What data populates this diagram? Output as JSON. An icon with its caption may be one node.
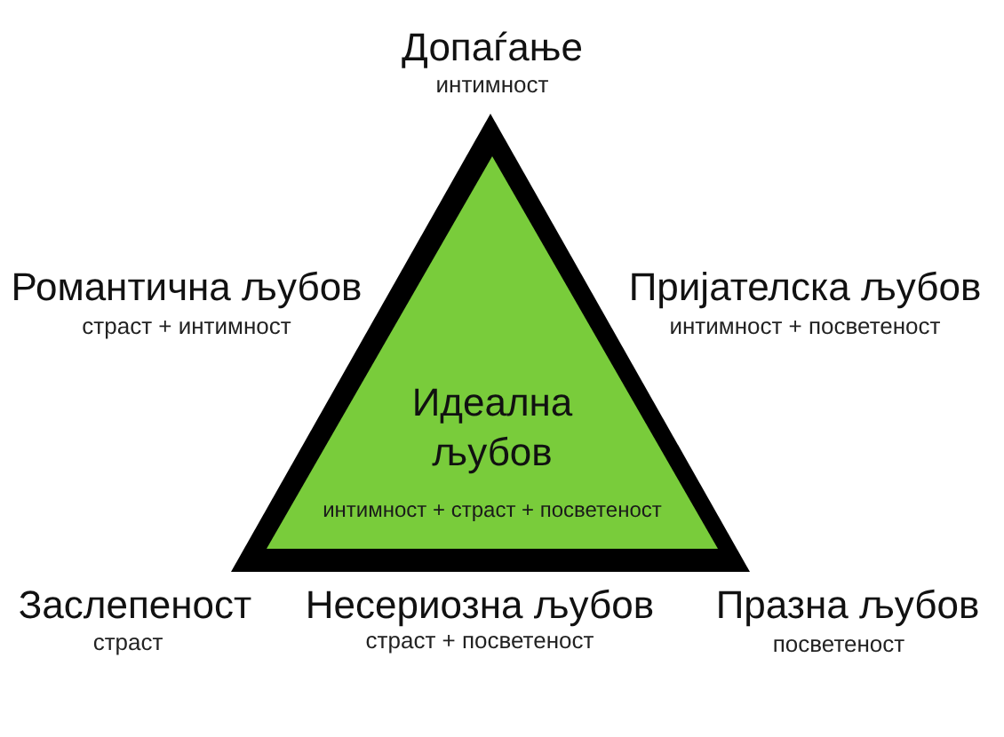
{
  "diagram": {
    "nodes": [
      {
        "text": [
          "Идеална љубов",
          "интимност + страст + посветеност"
        ]
      }
    ],
    "labels": [
      "Допаѓање",
      "интимност",
      "Романтична љубов",
      "страст + интимност",
      "Пријателска љубов",
      "интимност + посветеност",
      "Заслепеност",
      "страст",
      "Несериозна љубов",
      "страст + посветеност",
      "Празна љубов",
      "посветеност"
    ]
  }
}
